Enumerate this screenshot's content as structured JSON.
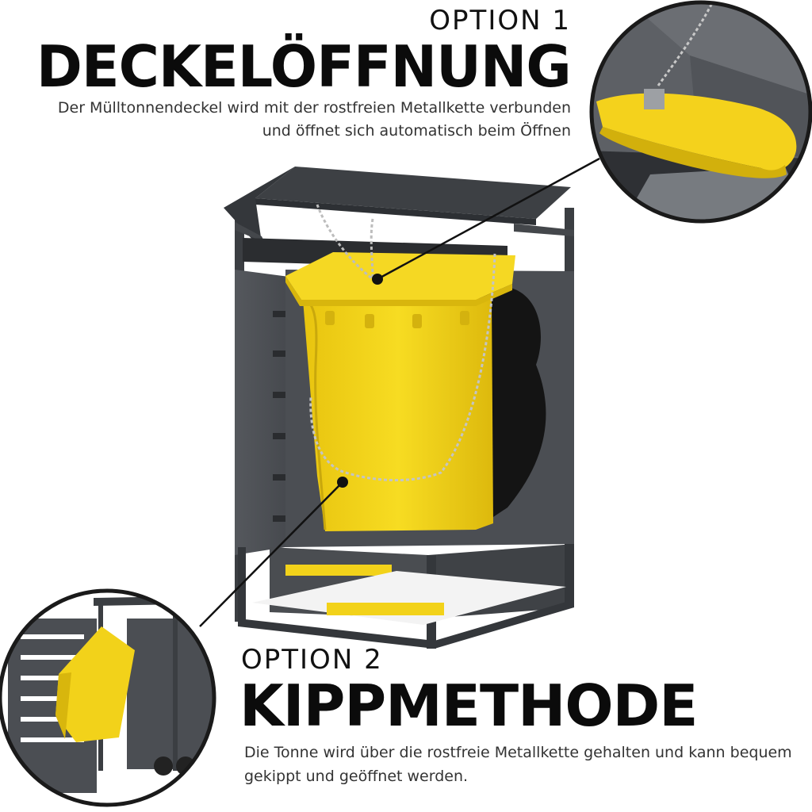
{
  "option1": {
    "label": "OPTION 1",
    "title": "DECKELÖFFNUNG",
    "description": "Der Mülltonnendeckel wird mit der rostfreien Metallkette verbunden und öffnet sich automatisch beim Öffnen"
  },
  "option2": {
    "label": "OPTION 2",
    "title": "KIPPMETHODE",
    "description": "Die Tonne wird über die rostfreie Metallkette gehalten und kann bequem gekippt und geöffnet werden."
  },
  "colors": {
    "frame": "#4a4d52",
    "frame_dark": "#2f3236",
    "bin_yellow": "#f2d21a",
    "bin_shadow": "#d9b80f",
    "chain": "#b8b8b8",
    "text": "#111111"
  },
  "icons": {
    "lid_detail": "lid-chain-detail-icon",
    "tilt_detail": "tilt-detail-icon"
  }
}
